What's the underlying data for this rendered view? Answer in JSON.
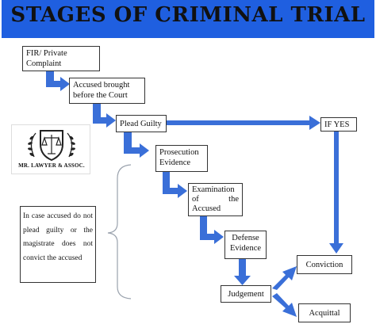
{
  "title": "STAGES OF CRIMINAL TRIAL",
  "nodes": {
    "fir": {
      "line1": "FIR/  Private",
      "line2": "Complaint"
    },
    "accused": {
      "line1": "Accused brought",
      "line2": "before the Court"
    },
    "plead": {
      "label": "Plead Guilty"
    },
    "if_yes": {
      "label": "IF YES"
    },
    "prosecution": {
      "line1": "Prosecution",
      "line2": "Evidence"
    },
    "examination": {
      "line1": "Examination",
      "line2a": "of",
      "line2b": "the",
      "line3": "Accused"
    },
    "defense": {
      "line1": "Defense",
      "line2": "Evidence"
    },
    "conviction": {
      "label": "Conviction"
    },
    "judgement": {
      "label": "Judgement"
    },
    "acquittal": {
      "label": "Acquittal"
    }
  },
  "note": {
    "text": "In case accused do not plead guilty or the magistrate does not convict the accused"
  },
  "logo": {
    "text": "MR. LAWYER & ASSOC.",
    "icon": "scales-of-justice-shield-icon"
  },
  "colors": {
    "banner": "#1f5fe0",
    "arrow": "#3a6fd8"
  }
}
